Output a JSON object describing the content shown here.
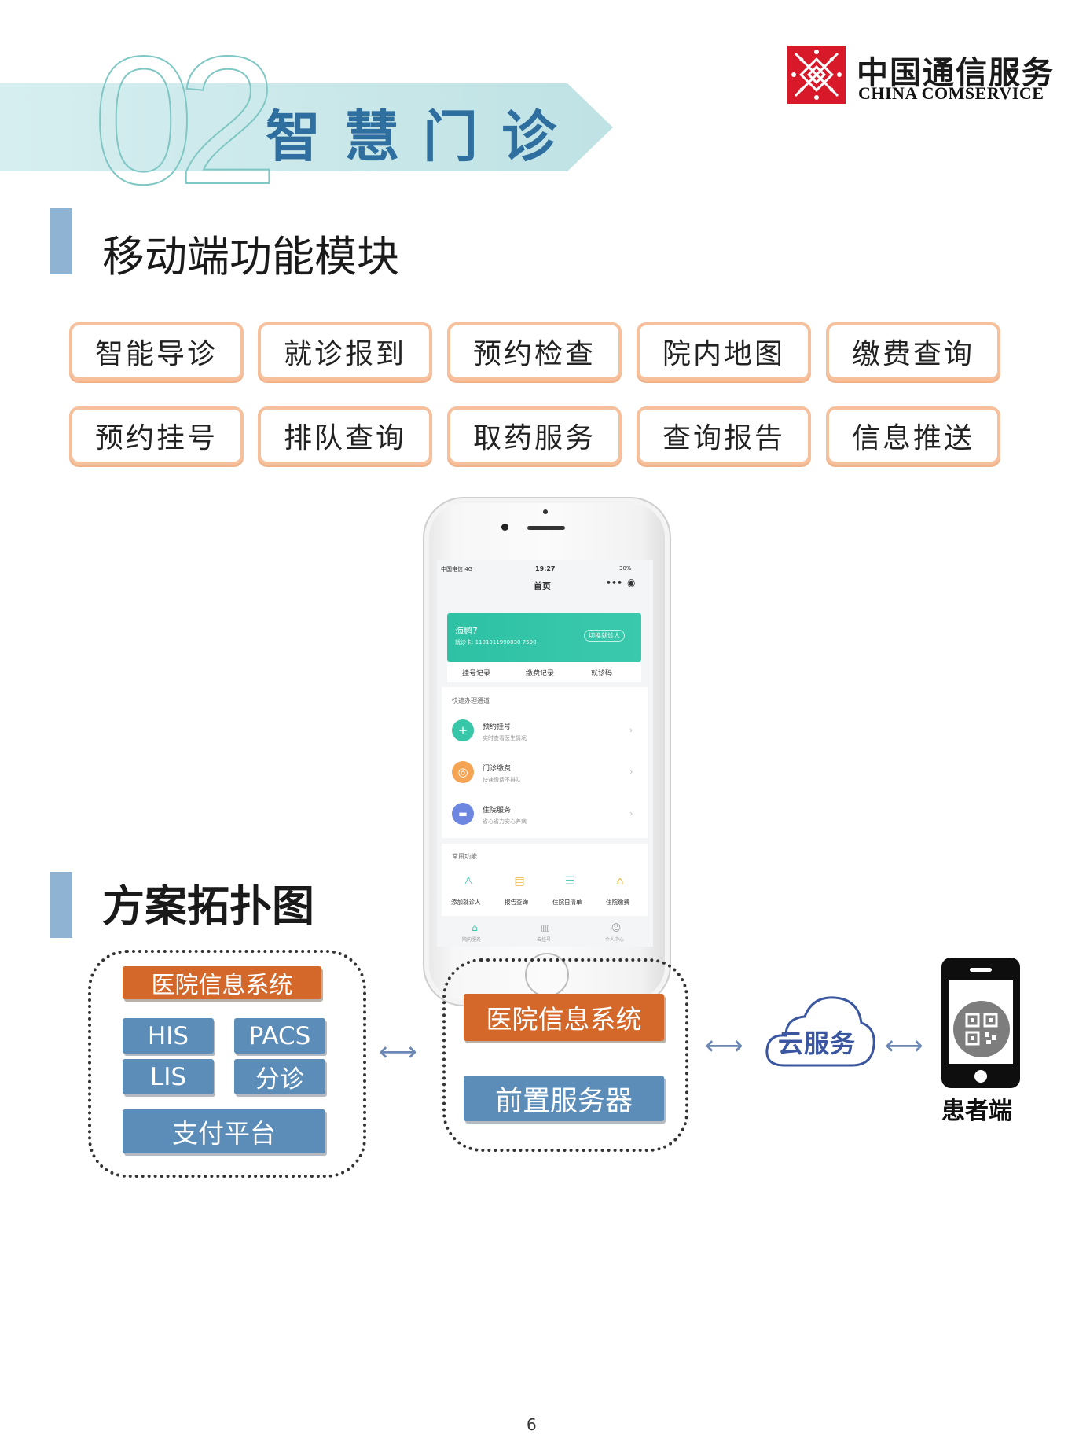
{
  "header": {
    "number": "02",
    "title": "智慧门诊"
  },
  "logo": {
    "cn": "中国通信服务",
    "en": "CHINA COMSERVICE"
  },
  "section1": {
    "title": "移动端功能模块"
  },
  "features": [
    "智能导诊",
    "就诊报到",
    "预约检查",
    "院内地图",
    "缴费查询",
    "预约挂号",
    "排队查询",
    "取药服务",
    "查询报告",
    "信息推送"
  ],
  "phone": {
    "status_left": "中国电信 4G",
    "time": "19:27",
    "status_right": "30%",
    "page_title": "首页",
    "card_name": "海鹏7",
    "card_number": "就诊卡: 1101011990030 7598",
    "card_switch": "切换就诊人",
    "tab_labels": [
      "挂号记录",
      "缴费记录",
      "就诊码"
    ],
    "quick_title": "快速办理通道",
    "services": [
      {
        "title": "预约挂号",
        "sub": "实时查看医生情况"
      },
      {
        "title": "门诊缴费",
        "sub": "快速缴费不排队"
      },
      {
        "title": "住院服务",
        "sub": "省心省力安心养病"
      }
    ],
    "common_title": "常用功能",
    "functions": [
      "添加就诊人",
      "报告查询",
      "住院日清单",
      "住院缴费"
    ],
    "bottom_nav": [
      "院内服务",
      "去挂号",
      "个人中心"
    ]
  },
  "section2": {
    "title": "方案拓扑图"
  },
  "topology": {
    "left_header": "医院信息系统",
    "left_items": [
      "HIS",
      "PACS",
      "LIS",
      "分诊"
    ],
    "left_footer": "支付平台",
    "mid_header": "医院信息系统",
    "mid_server": "前置服务器",
    "cloud": "云服务",
    "patient": "患者端",
    "arrow": "⟷"
  },
  "footer": {
    "page": "6"
  },
  "colors": {
    "banner": "#cfe9ea",
    "accent_blue": "#5b8db8",
    "accent_orange": "#d4682a",
    "feature_border": "#f6c09c",
    "phone_green": "#2ec1a4"
  }
}
